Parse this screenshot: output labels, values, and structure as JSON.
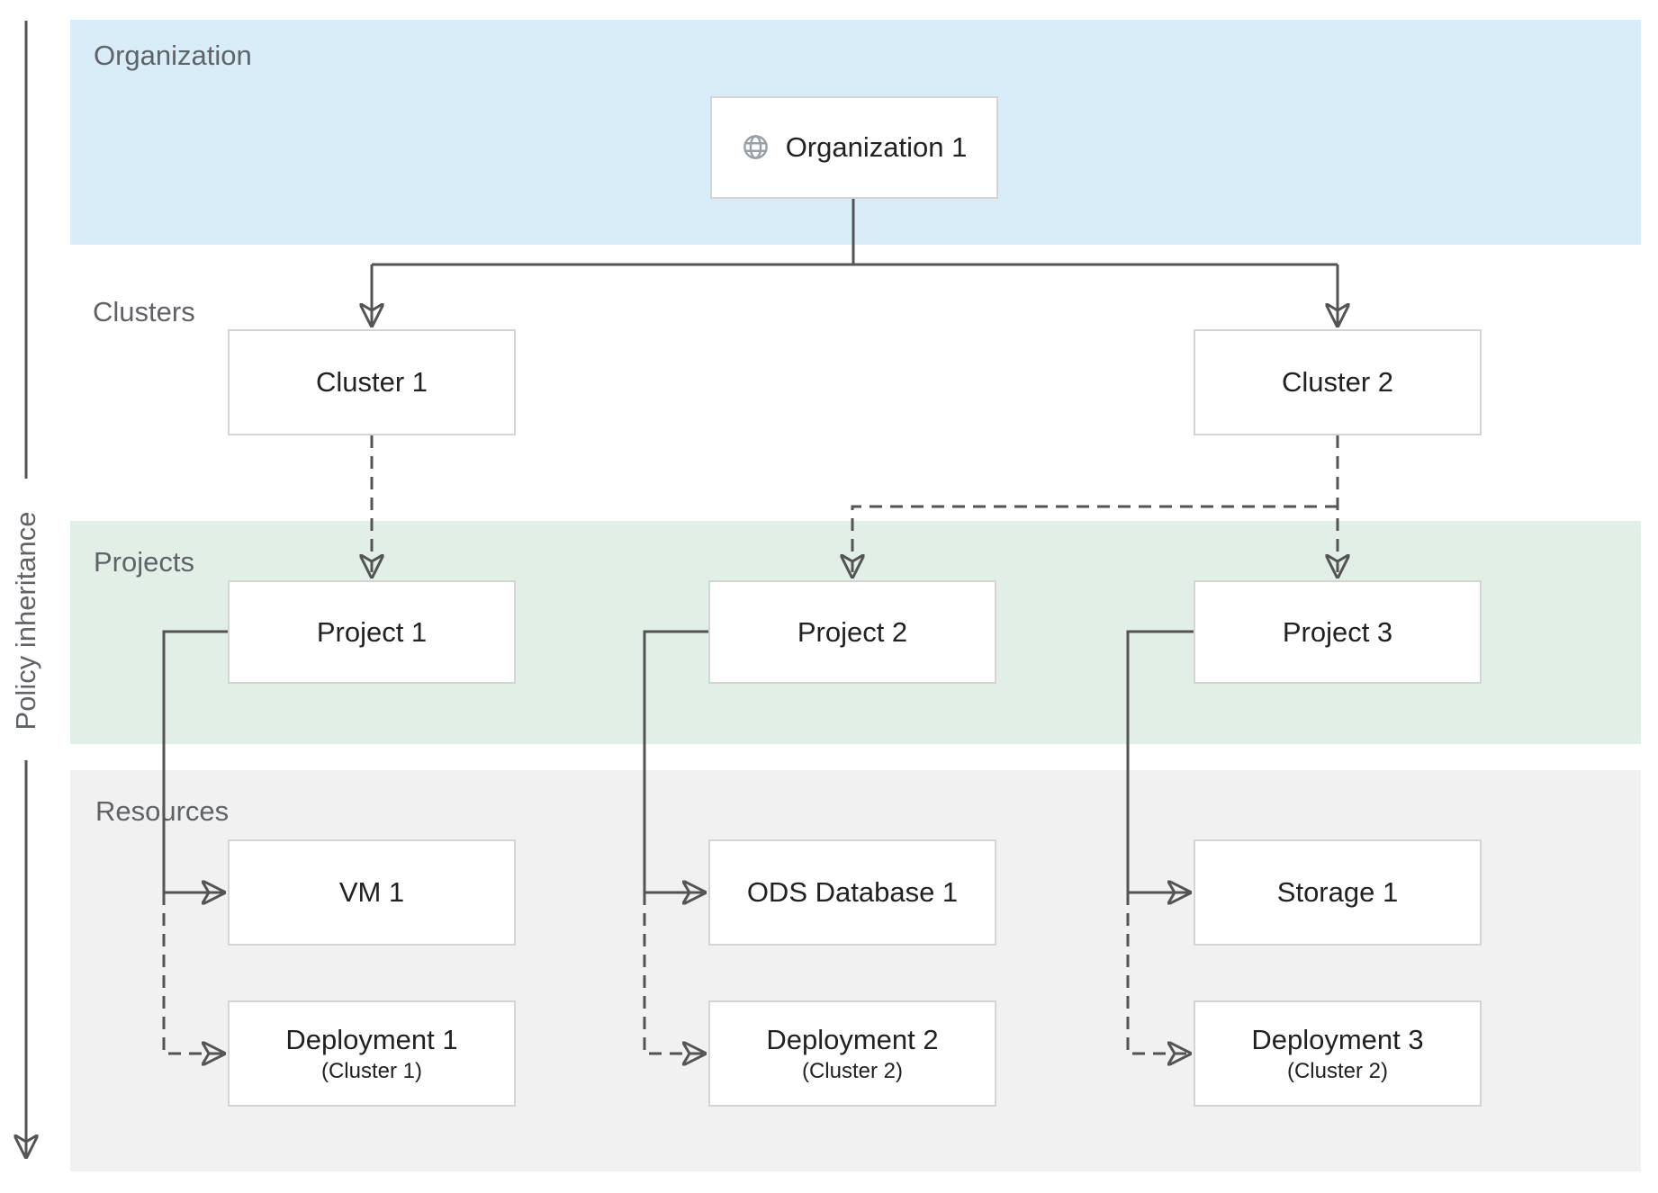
{
  "diagram": {
    "axis": {
      "label": "Policy inheritance"
    },
    "bands": {
      "organization": {
        "label": "Organization",
        "color": "#d9edf9"
      },
      "clusters": {
        "label": "Clusters",
        "color": "#ffffff"
      },
      "projects": {
        "label": "Projects",
        "color": "#e2efe7"
      },
      "resources": {
        "label": "Resources",
        "color": "#f1f1f1"
      }
    },
    "nodes": {
      "organization_1": {
        "label": "Organization 1",
        "icon": "globe-icon"
      },
      "cluster_1": {
        "label": "Cluster 1"
      },
      "cluster_2": {
        "label": "Cluster 2"
      },
      "project_1": {
        "label": "Project 1"
      },
      "project_2": {
        "label": "Project 2"
      },
      "project_3": {
        "label": "Project 3"
      },
      "vm_1": {
        "label": "VM 1"
      },
      "ods_database_1": {
        "label": "ODS Database 1"
      },
      "storage_1": {
        "label": "Storage 1"
      },
      "deployment_1": {
        "label": "Deployment 1",
        "sublabel": "(Cluster 1)"
      },
      "deployment_2": {
        "label": "Deployment 2",
        "sublabel": "(Cluster 2)"
      },
      "deployment_3": {
        "label": "Deployment 3",
        "sublabel": "(Cluster 2)"
      }
    },
    "edges": [
      {
        "from": "organization_1",
        "to": "cluster_1",
        "style": "solid"
      },
      {
        "from": "organization_1",
        "to": "cluster_2",
        "style": "solid"
      },
      {
        "from": "cluster_1",
        "to": "project_1",
        "style": "dashed"
      },
      {
        "from": "cluster_2",
        "to": "project_2",
        "style": "dashed"
      },
      {
        "from": "cluster_2",
        "to": "project_3",
        "style": "dashed"
      },
      {
        "from": "project_1",
        "to": "vm_1",
        "style": "solid"
      },
      {
        "from": "project_1",
        "to": "deployment_1",
        "style": "dashed"
      },
      {
        "from": "project_2",
        "to": "ods_database_1",
        "style": "solid"
      },
      {
        "from": "project_2",
        "to": "deployment_2",
        "style": "dashed"
      },
      {
        "from": "project_3",
        "to": "storage_1",
        "style": "solid"
      },
      {
        "from": "project_3",
        "to": "deployment_3",
        "style": "dashed"
      }
    ],
    "colors": {
      "connector": "#545454",
      "band_label_text": "#5f6368",
      "node_text": "#212121",
      "node_border": "#d4d4d4",
      "globe_icon": "#9aa0a6"
    }
  }
}
